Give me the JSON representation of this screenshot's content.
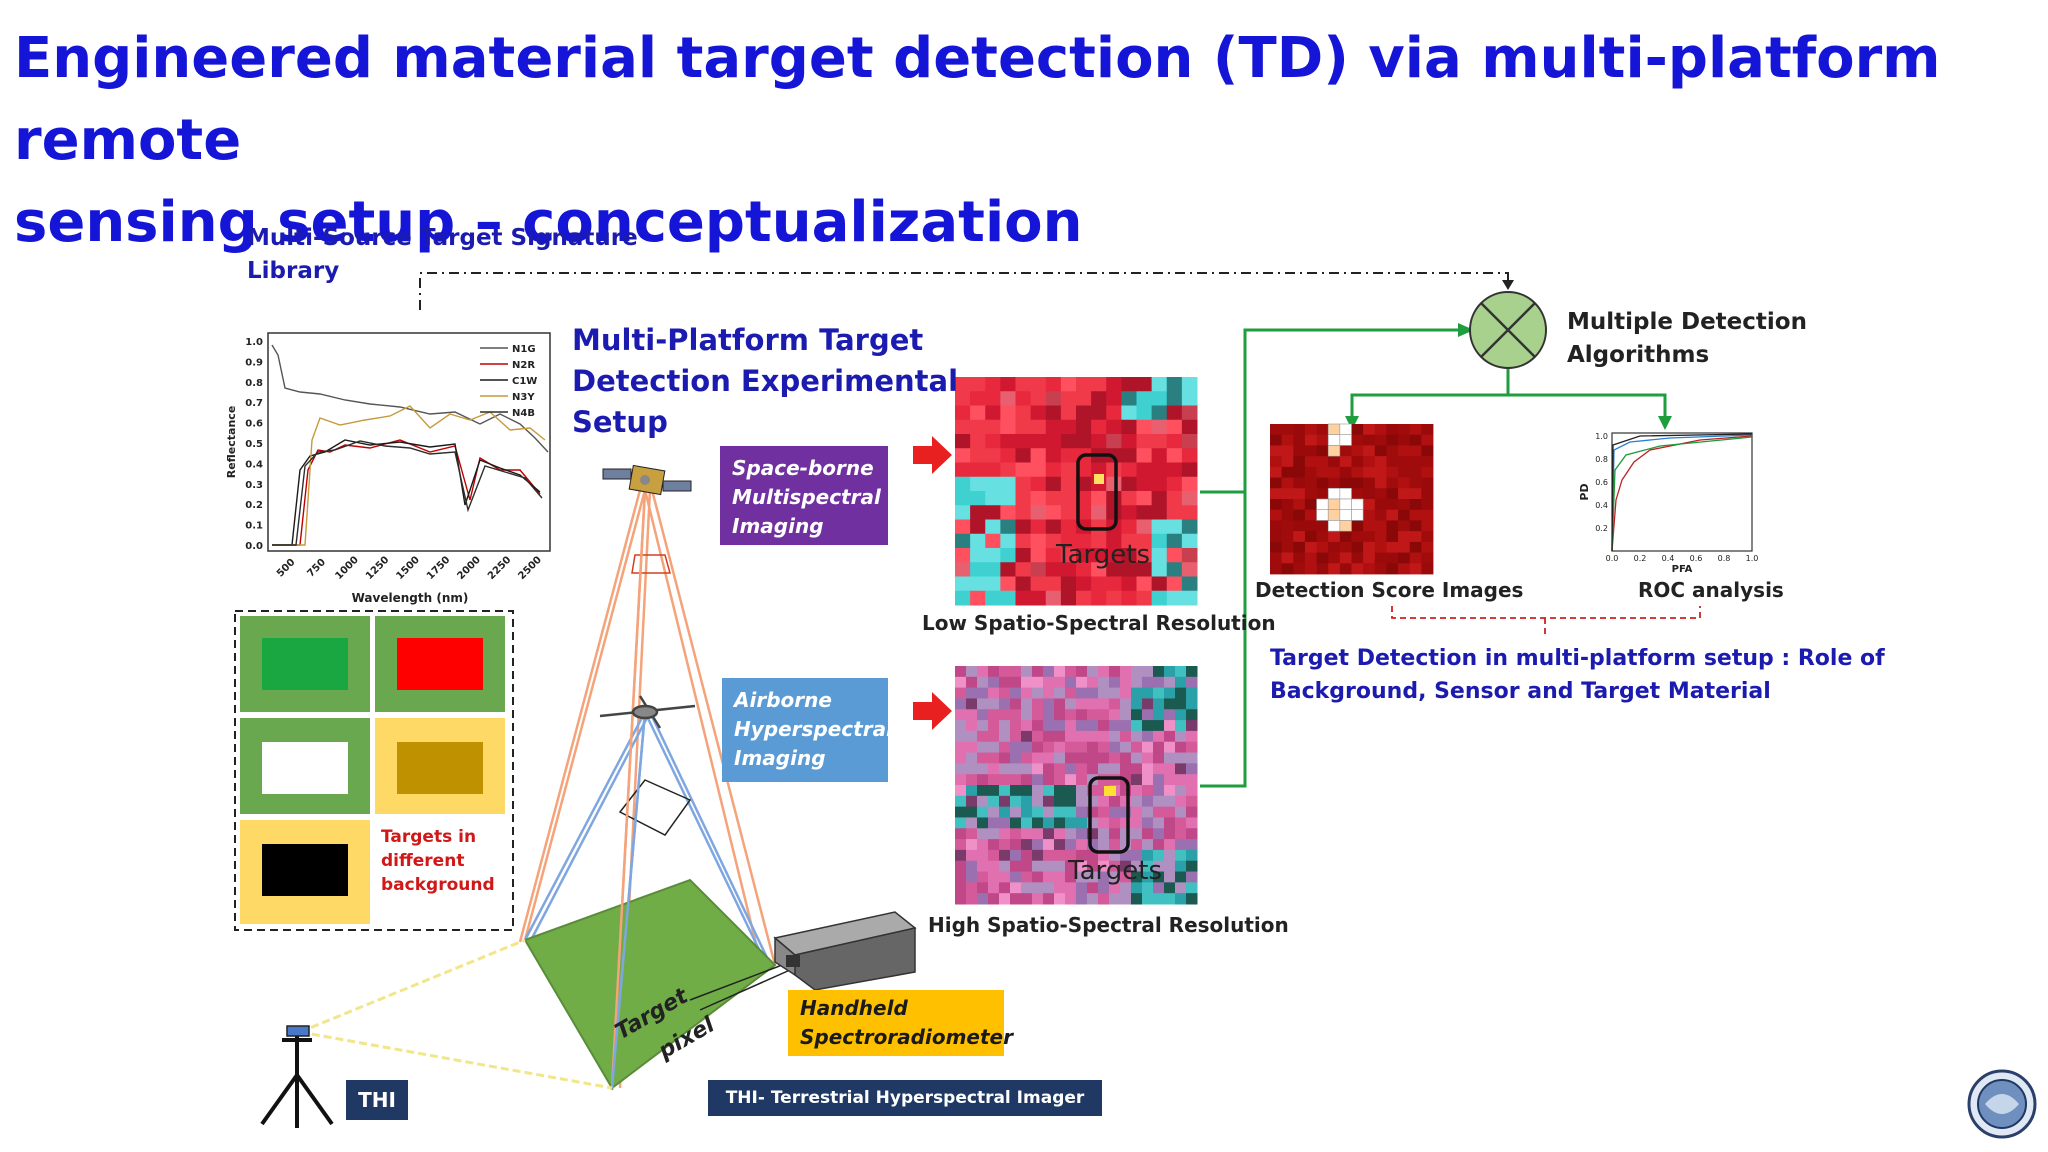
{
  "slide": {
    "title_line1": "Engineered material target detection (TD) via multi-platform remote",
    "title_line2": "sensing setup – conceptualization"
  },
  "library": {
    "title_line1": "Multi-Source Target Signature",
    "title_line2": "Library",
    "chart": {
      "ylabel": "Reflectance",
      "xlabel": "Wavelength (nm)",
      "y_ticks": [
        "0.0",
        "0.1",
        "0.2",
        "0.3",
        "0.4",
        "0.5",
        "0.6",
        "0.7",
        "0.8",
        "0.9",
        "1.0"
      ],
      "x_ticks": [
        "500",
        "750",
        "1000",
        "1250",
        "1500",
        "1750",
        "2000",
        "2250",
        "2500"
      ],
      "legend": [
        "N1G",
        "N2R",
        "C1W",
        "N3Y",
        "N4B"
      ]
    }
  },
  "targets_panel": {
    "caption_line1": "Targets in",
    "caption_line2": "different",
    "caption_line3": "background"
  },
  "setup": {
    "title_line1": "Multi-Platform Target",
    "title_line2": "Detection Experimental",
    "title_line3": "Setup"
  },
  "platforms": {
    "space_line1": "Space-borne",
    "space_line2": "Multispectral",
    "space_line3": "Imaging",
    "air_line1": "Airborne",
    "air_line2": "Hyperspectral",
    "air_line3": "Imaging",
    "hand_line1": "Handheld",
    "hand_line2": "Spectroradiometer",
    "thi": "THI",
    "thi_full": "THI- Terrestrial Hyperspectral Imager",
    "target_pixel_line1": "Target",
    "target_pixel_line2": "pixel"
  },
  "images": {
    "targets_low": "Targets",
    "targets_high": "Targets",
    "low_caption": "Low Spatio-Spectral Resolution",
    "high_caption": "High Spatio-Spectral Resolution"
  },
  "detection": {
    "algorithms_line1": "Multiple Detection",
    "algorithms_line2": "Algorithms",
    "score_caption": "Detection  Score Images",
    "roc_caption": "ROC analysis",
    "roc_ylabel": "PD",
    "roc_xlabel": "PFA",
    "roc_x_ticks": [
      "0.0",
      "0.2",
      "0.4",
      "0.6",
      "0.8",
      "1.0"
    ],
    "roc_y_ticks": [
      "0.2",
      "0.4",
      "0.6",
      "0.8",
      "1.0"
    ],
    "summary_line1": "Target Detection in multi-platform setup : Role of",
    "summary_line2": "Background, Sensor and Target Material"
  },
  "colors": {
    "title_blue": "#1515d8",
    "label_blue": "#1b1bb0",
    "space_box": "#7030a0",
    "air_box": "#5b9bd5",
    "hand_box": "#ffc000",
    "thi_box": "#1f3864",
    "flow_green": "#1e9e3e",
    "arrow_red": "#e82020",
    "summary_red_dashed": "#d02020"
  }
}
